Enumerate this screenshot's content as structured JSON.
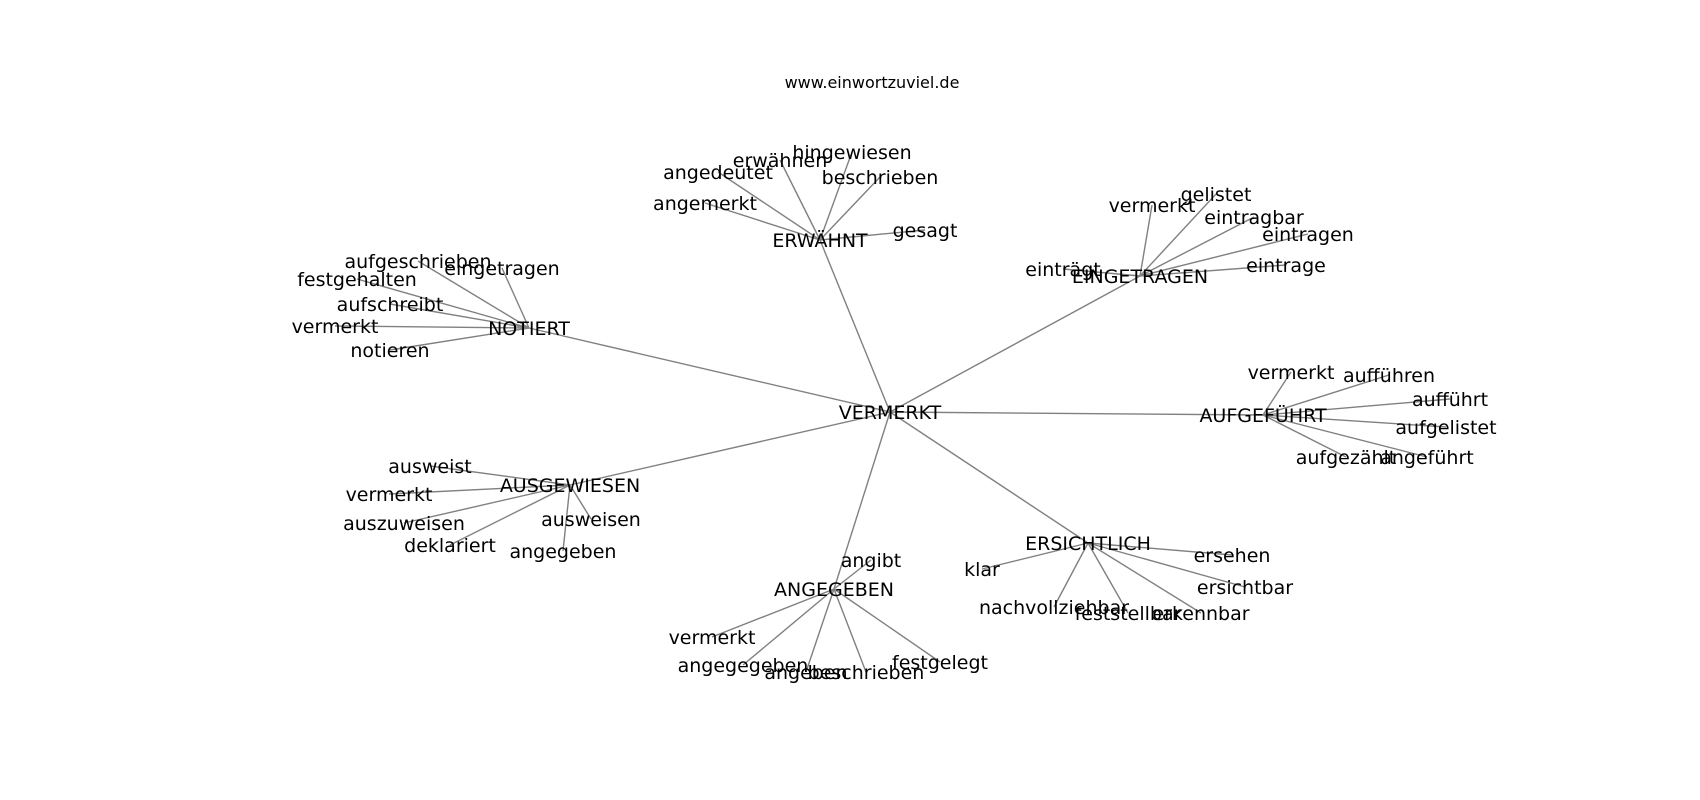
{
  "title": "www.einwortzuviel.de",
  "edge_color": "#808080",
  "text_color": "#000000",
  "center": "VERMERKT",
  "groups": [
    {
      "word": "ERWÄHNT",
      "leaves": [
        "angedeutet",
        "erwähnen",
        "hingewiesen",
        "beschrieben",
        "angemerkt",
        "gesagt"
      ]
    },
    {
      "word": "EINGETRAGEN",
      "leaves": [
        "vermerkt",
        "gelistet",
        "eintragbar",
        "eintragen",
        "eintrage",
        "einträgt"
      ]
    },
    {
      "word": "NOTIERT",
      "leaves": [
        "aufgeschrieben",
        "eingetragen",
        "festgehalten",
        "aufschreibt",
        "vermerkt",
        "notieren"
      ]
    },
    {
      "word": "AUFGEFÜHRT",
      "leaves": [
        "vermerkt",
        "aufführen",
        "aufführt",
        "aufgelistet",
        "aufgezählt",
        "angeführt"
      ]
    },
    {
      "word": "AUSGEWIESEN",
      "leaves": [
        "ausweist",
        "vermerkt",
        "auszuweisen",
        "ausweisen",
        "deklariert",
        "angegeben"
      ]
    },
    {
      "word": "ERSICHTLICH",
      "leaves": [
        "klar",
        "ersehen",
        "ersichtbar",
        "nachvollziehbar",
        "feststellbar",
        "erkennbar"
      ]
    },
    {
      "word": "ANGEGEBEN",
      "leaves": [
        "angibt",
        "vermerkt",
        "angegegeben",
        "angeben",
        "beschrieben",
        "festgelegt"
      ]
    }
  ]
}
